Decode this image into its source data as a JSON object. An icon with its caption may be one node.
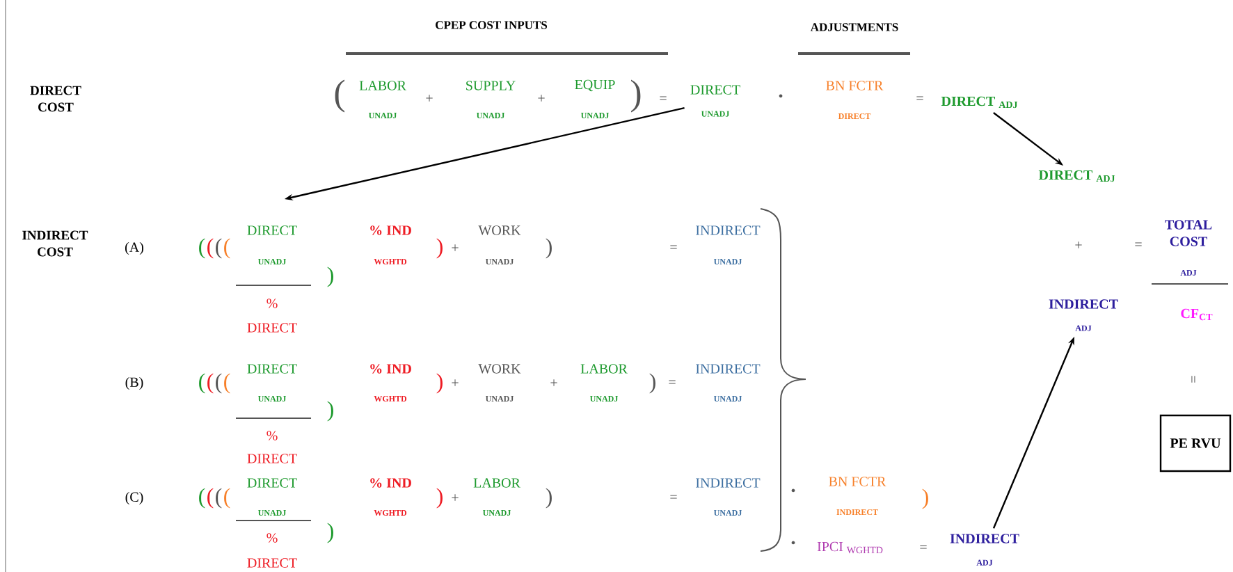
{
  "diagram": {
    "nodes": [
      {
        "text": [
          "DIRECT",
          "UNADJ"
        ]
      },
      {
        "text": [
          "DIRECT $_{ADJ}$"
        ]
      },
      {
        "text": [
          "DIRECT $_{ADJ}$"
        ]
      },
      {
        "text": [
          "INDIRECT",
          "ADJ"
        ]
      },
      {
        "text": [
          "INDIRECT",
          "ADJ"
        ]
      },
      {
        "text": [
          "PE RVU"
        ]
      }
    ],
    "edges": [
      {
        "from": 0,
        "to": null,
        "arrow": "to"
      },
      {
        "from": 1,
        "to": 2,
        "arrow": "to"
      },
      {
        "from": 3,
        "to": 4,
        "arrow": "to"
      }
    ],
    "labels": [
      "CPEP COST INPUTS",
      "ADJUSTMENTS",
      "DIRECT COST",
      "(",
      "LABOR",
      "UNADJ",
      "+",
      "SUPPLY",
      "UNADJ",
      "+",
      "EQUIP",
      "UNADJ",
      ")",
      "=",
      "•",
      "BN FCTR",
      "DIRECT",
      "=",
      "INDIRECT COST",
      "(A)",
      "(",
      "(",
      "(",
      "(",
      "DIRECT",
      "UNADJ",
      "%",
      "DIRECT",
      ")",
      "% IND",
      "WGHTD",
      ")",
      "+",
      "WORK",
      "UNADJ",
      ")",
      "=",
      "INDIRECT",
      "UNADJ",
      "(B)",
      "(",
      "(",
      "(",
      "(",
      "DIRECT",
      "UNADJ",
      "%",
      "DIRECT",
      ")",
      "% IND",
      "WGHTD",
      ")",
      "+",
      "WORK",
      "UNADJ",
      "+",
      "LABOR",
      "UNADJ",
      ")",
      "=",
      "INDIRECT",
      "UNADJ",
      "(C)",
      "(",
      "(",
      "(",
      "(",
      "DIRECT",
      "UNADJ",
      "%",
      "DIRECT",
      ")",
      "% IND",
      "WGHTD",
      ")",
      "+",
      "LABOR",
      "UNADJ",
      ")",
      "=",
      "INDIRECT",
      "UNADJ",
      "•",
      "BN FCTR",
      "INDIRECT",
      ")",
      "•",
      "IPCI $_{WGHTD}$",
      "=",
      "+",
      "=",
      "TOTAL COST",
      "ADJ",
      "CF$_{CT}$",
      "="
    ]
  }
}
